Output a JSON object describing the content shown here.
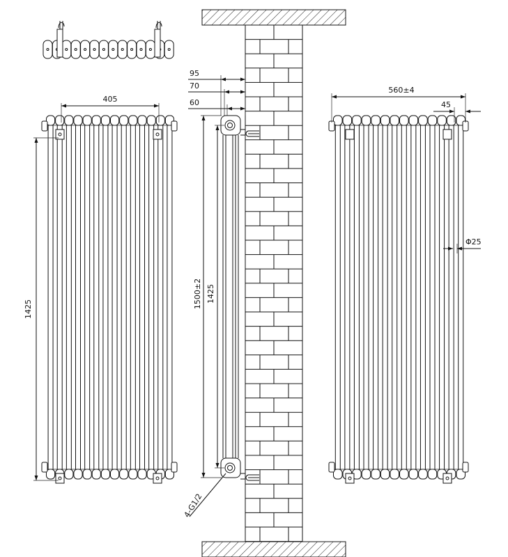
{
  "drawing": {
    "dimensions": {
      "front_width": "405",
      "front_height": "1425",
      "side_overall_height": "1500±2",
      "side_height": "1425",
      "depth_95": "95",
      "depth_70": "70",
      "depth_60": "60",
      "rear_width": "560±4",
      "rear_offset": "45",
      "tube_diameter": "Φ25",
      "connections": "4-G1/2"
    },
    "colors": {
      "line": "#111111",
      "hatch": "#222222",
      "background": "#ffffff"
    }
  }
}
